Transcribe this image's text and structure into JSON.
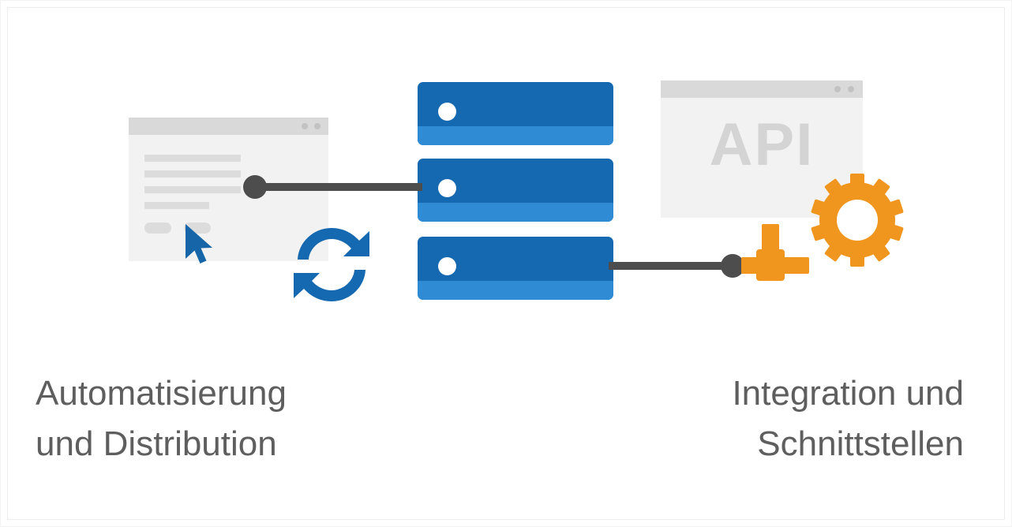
{
  "figure": {
    "title": "Automatisierung und Integration Infografik",
    "background": "#ffffff",
    "accent_blue": "#1569b0",
    "accent_blue_light": "#2e8bd4",
    "accent_orange": "#f0951d",
    "connector_gray": "#4d4d4d",
    "panel_gray": "#f2f2f2",
    "panel_bar_gray": "#d9d9d9",
    "text_gray": "#5e5e5e",
    "placeholder_gray": "#dcdcdc"
  },
  "left_panel": {
    "name": "browser-window-mock",
    "title_bar_dots": 2,
    "content_lines": 4,
    "buttons": 2
  },
  "sync": {
    "icon": "sync-arrows-icon",
    "color": "#1569b0"
  },
  "cursor": {
    "icon": "mouse-pointer-icon",
    "color": "#1565a8"
  },
  "servers": [
    {
      "id": "server-1",
      "led": "status-led"
    },
    {
      "id": "server-2",
      "led": "status-led"
    },
    {
      "id": "server-3",
      "led": "status-led"
    }
  ],
  "connectors": [
    {
      "id": "connector-left",
      "from": "browser-window-mock",
      "to": "server-2"
    },
    {
      "id": "connector-right",
      "from": "server-3",
      "to": "api-connector"
    }
  ],
  "api_panel": {
    "label": "API",
    "title_bar_dots": 2
  },
  "gear": {
    "icon": "gear-icon",
    "teeth": 10,
    "color": "#f0951d"
  },
  "captions": {
    "left": "Automatisierung\nund Distribution",
    "right": "Integration und\nSchnittstellen"
  }
}
